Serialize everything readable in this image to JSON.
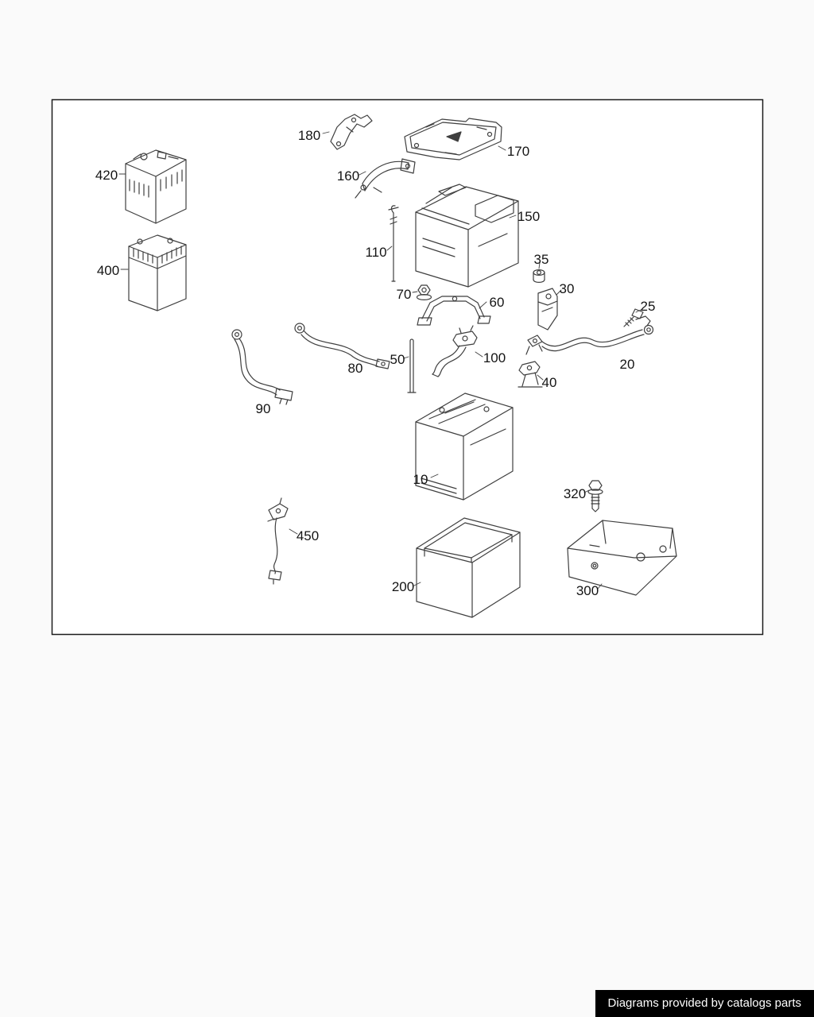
{
  "colors": {
    "page_bg": "#fafafa",
    "diagram_line": "#3f3f3f",
    "frame_border": "#1c1c1c",
    "footer_bg": "#000000",
    "footer_text": "#ffffff"
  },
  "footer": {
    "text": "Diagrams provided by catalogs parts"
  },
  "parts": {
    "p10": {
      "label": "10"
    },
    "p20": {
      "label": "20"
    },
    "p25": {
      "label": "25"
    },
    "p30": {
      "label": "30"
    },
    "p35": {
      "label": "35"
    },
    "p40": {
      "label": "40"
    },
    "p50": {
      "label": "50"
    },
    "p60": {
      "label": "60"
    },
    "p70": {
      "label": "70"
    },
    "p80": {
      "label": "80"
    },
    "p90": {
      "label": "90"
    },
    "p100": {
      "label": "100"
    },
    "p110": {
      "label": "110"
    },
    "p150": {
      "label": "150"
    },
    "p160": {
      "label": "160"
    },
    "p170": {
      "label": "170"
    },
    "p180": {
      "label": "180"
    },
    "p200": {
      "label": "200"
    },
    "p300": {
      "label": "300"
    },
    "p320": {
      "label": "320"
    },
    "p400": {
      "label": "400"
    },
    "p420": {
      "label": "420"
    },
    "p450": {
      "label": "450"
    }
  }
}
